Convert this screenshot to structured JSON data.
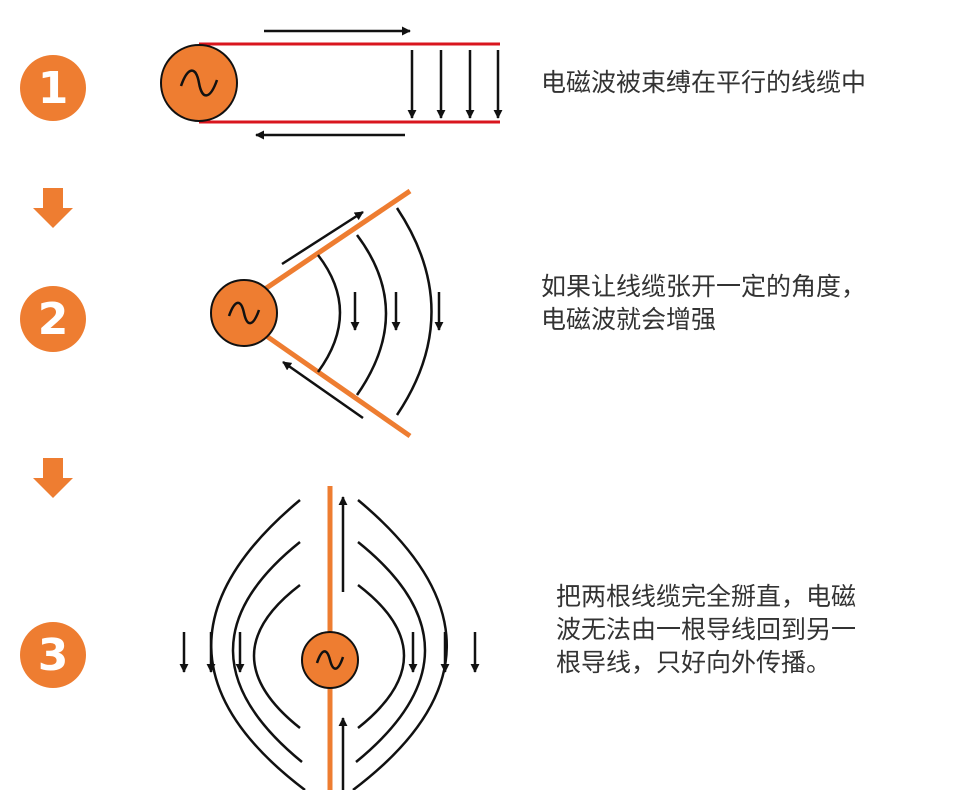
{
  "steps": [
    {
      "number": "1",
      "caption_lines": [
        "电磁波被束缚在平行的线缆中"
      ]
    },
    {
      "number": "2",
      "caption_lines": [
        "如果让线缆张开一定的角度，",
        "电磁波就会增强"
      ]
    },
    {
      "number": "3",
      "caption_lines": [
        "把两根线缆完全掰直，电磁",
        "波无法由一根导线回到另一",
        "根导线，只好向外传播。"
      ]
    }
  ],
  "colors": {
    "accent": "#EE7D31",
    "wire_red": "#D9161E",
    "wire_orange": "#EE7D31",
    "ink": "#111111",
    "text": "#333333"
  },
  "icons": [
    "ac-source-icon",
    "down-arrow-icon"
  ]
}
